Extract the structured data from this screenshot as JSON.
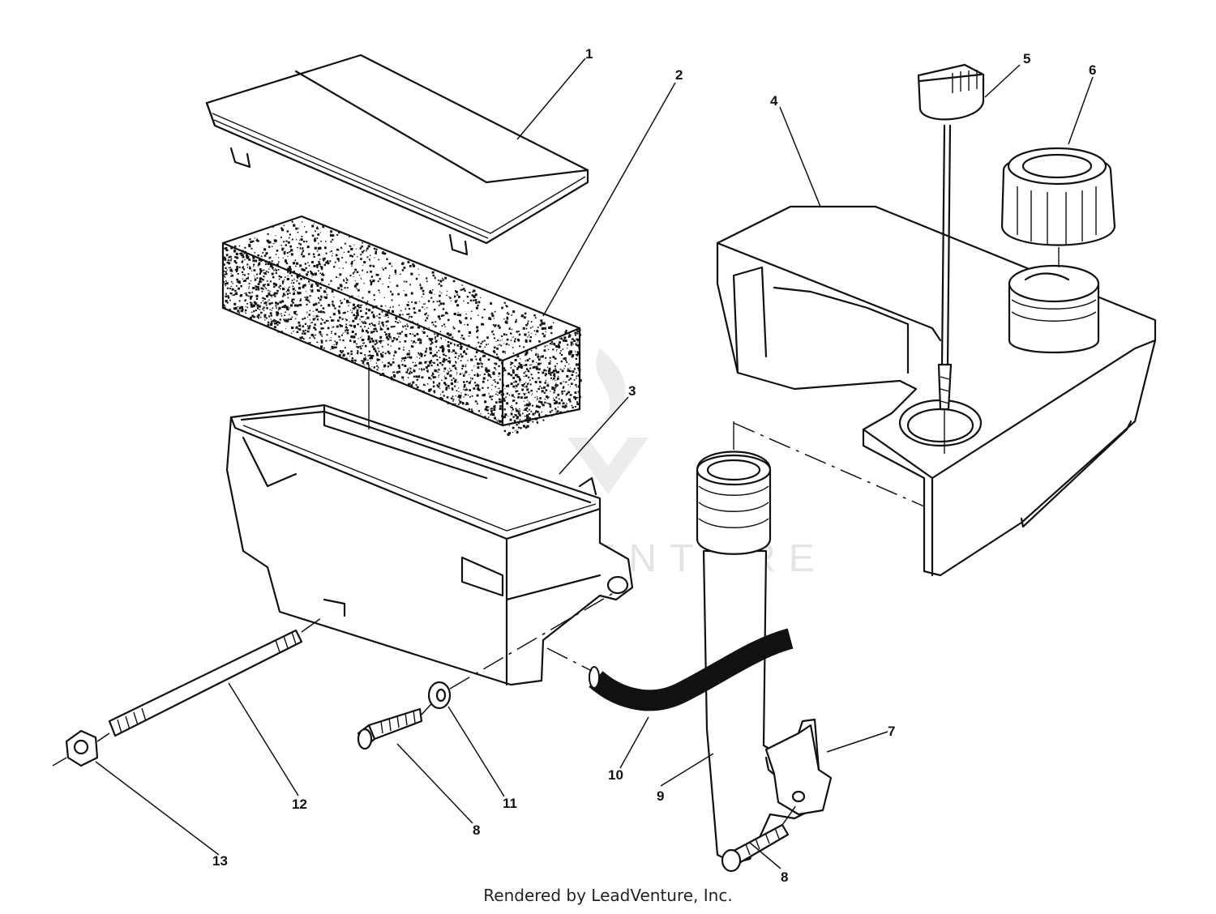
{
  "diagram": {
    "callouts": [
      "1",
      "2",
      "3",
      "4",
      "5",
      "6",
      "7",
      "8",
      "8",
      "9",
      "10",
      "11",
      "12",
      "13"
    ],
    "watermark": "LEADVENTURE"
  },
  "footer": {
    "text": "Rendered by LeadVenture, Inc."
  }
}
